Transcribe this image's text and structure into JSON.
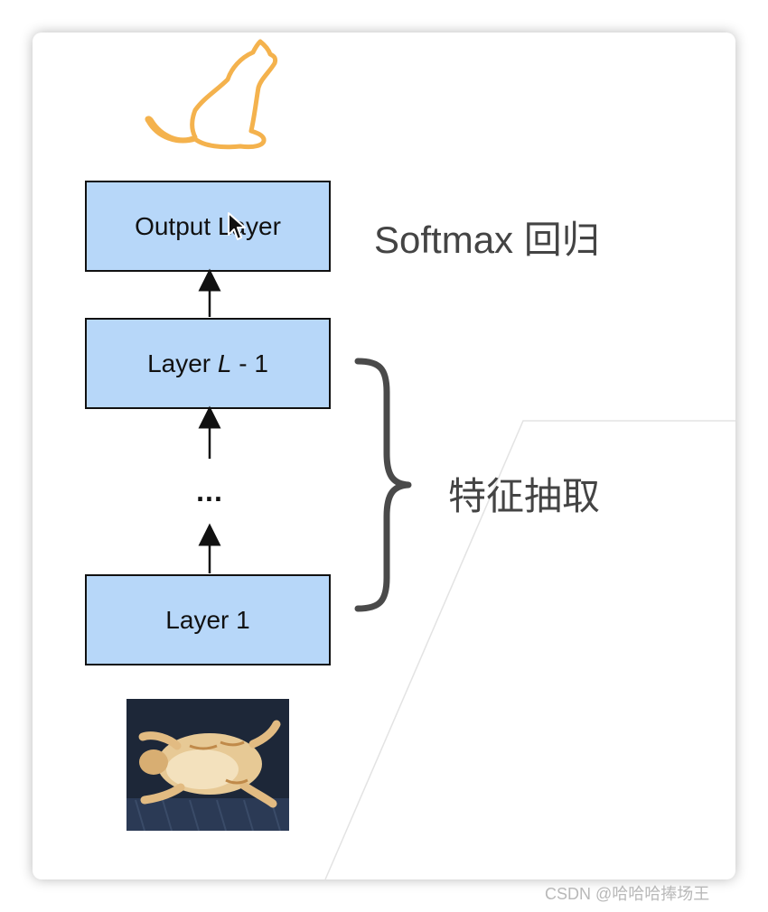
{
  "diagram": {
    "boxes": {
      "output_label": "Output Layer",
      "lminus_prefix": "Layer ",
      "lminus_italic": "L",
      "lminus_suffix": " - 1",
      "layer1_label": "Layer 1"
    },
    "ellipsis": "...",
    "softmax_label": "Softmax 回归",
    "feature_label": "特征抽取"
  },
  "icons": {
    "top": "cat-silhouette-icon",
    "cursor": "mouse-pointer-icon",
    "brace": "curly-brace-icon"
  },
  "colors": {
    "box_fill": "#b7d7f9",
    "cat_outline": "#f4b24d",
    "label_text": "#444444"
  },
  "watermark": "CSDN @哈哈哈捧场王"
}
